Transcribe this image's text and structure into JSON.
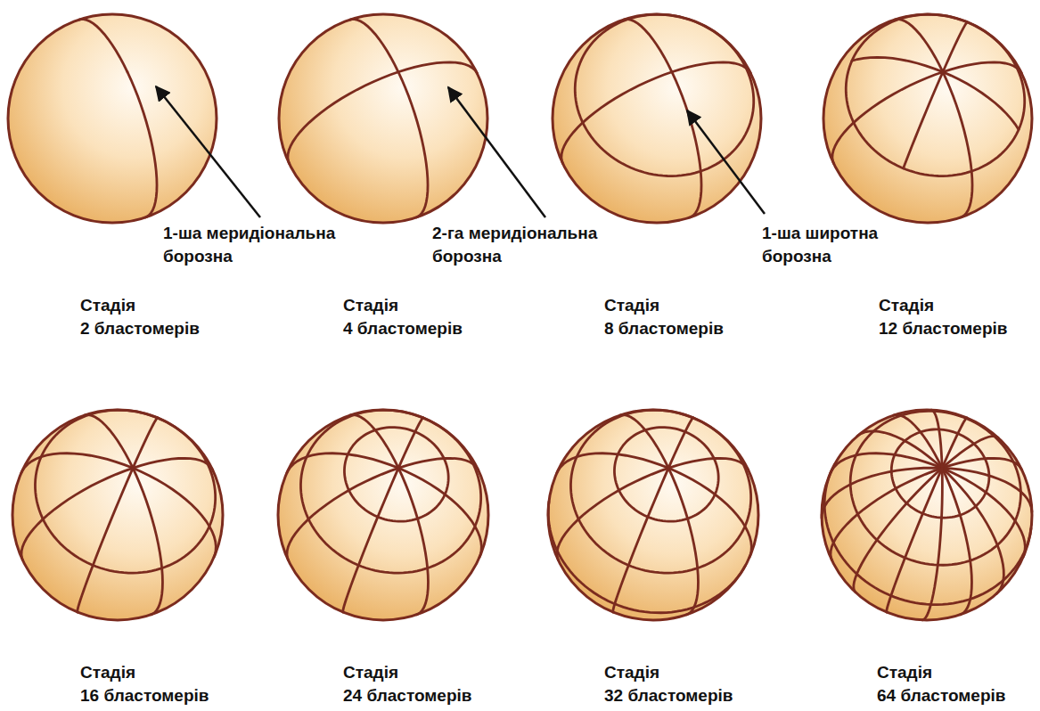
{
  "diagram": {
    "labels": [
      "1-ша меридіональна борозна",
      "2-га меридіональна борозна",
      "1-ша широтна борозна",
      "Стадія 2 бластомерів",
      "Стадія 4 бластомерів",
      "Стадія 8 бластомерів",
      "Стадія 12 бластомерів",
      "Стадія 16 бластомерів",
      "Стадія 24 бластомерів",
      "Стадія 32 бластомерів",
      "Стадія 64 бластомерів"
    ]
  }
}
